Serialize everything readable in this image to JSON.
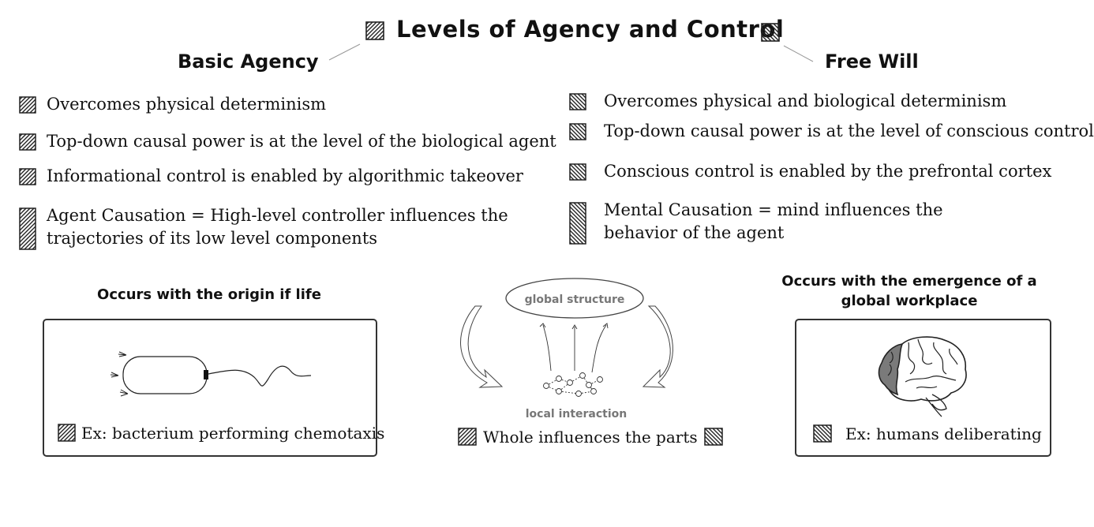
{
  "title": "Levels of Agency and Control",
  "left": {
    "heading": "Basic Agency",
    "items": [
      "Overcomes physical determinism",
      "Top-down causal power is at the level of the biological agent",
      "Informational control is enabled by algorithmic takeover",
      "Agent Causation = High-level controller influences the",
      "trajectories of its low level components"
    ],
    "occurs": "Occurs with the origin if life",
    "example": "Ex: bacterium performing chemotaxis"
  },
  "right": {
    "heading": "Free Will",
    "items": [
      "Overcomes physical and biological determinism",
      "Top-down causal power is at the level of conscious control",
      "Conscious control is enabled by the prefrontal cortex",
      "Mental Causation = mind influences the",
      "behavior of the agent"
    ],
    "occurs_line1": "Occurs with the emergence of a",
    "occurs_line2": "global workplace",
    "example": "Ex: humans deliberating"
  },
  "center": {
    "global_label": "global structure",
    "local_label": "local interaction",
    "caption": "Whole influences the parts"
  },
  "icons": {
    "left_marker": "forward-hatched-square-icon",
    "right_marker": "back-hatched-square-icon"
  }
}
